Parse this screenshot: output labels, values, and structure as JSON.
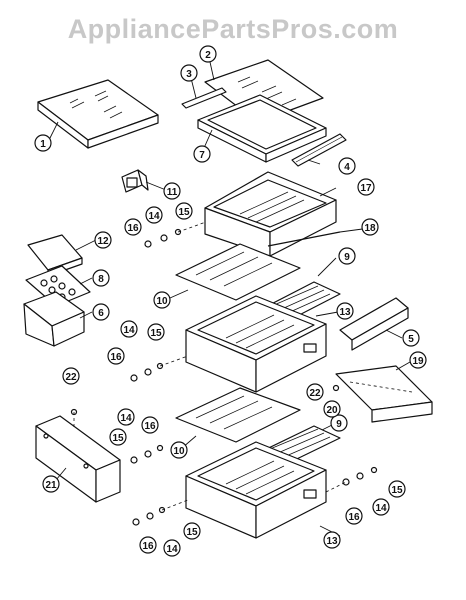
{
  "watermark": "AppliancePartsPros.com",
  "callouts": [
    {
      "id": "c1",
      "label": "1"
    },
    {
      "id": "c2",
      "label": "2"
    },
    {
      "id": "c3",
      "label": "3"
    },
    {
      "id": "c4",
      "label": "4"
    },
    {
      "id": "c5",
      "label": "5"
    },
    {
      "id": "c6",
      "label": "6"
    },
    {
      "id": "c7",
      "label": "7"
    },
    {
      "id": "c8",
      "label": "8"
    },
    {
      "id": "c9a",
      "label": "9"
    },
    {
      "id": "c9b",
      "label": "9"
    },
    {
      "id": "c10a",
      "label": "10"
    },
    {
      "id": "c10b",
      "label": "10"
    },
    {
      "id": "c11",
      "label": "11"
    },
    {
      "id": "c12",
      "label": "12"
    },
    {
      "id": "c13a",
      "label": "13"
    },
    {
      "id": "c13b",
      "label": "13"
    },
    {
      "id": "c14a",
      "label": "14"
    },
    {
      "id": "c14b",
      "label": "14"
    },
    {
      "id": "c14c",
      "label": "14"
    },
    {
      "id": "c14d",
      "label": "14"
    },
    {
      "id": "c14e",
      "label": "14"
    },
    {
      "id": "c15a",
      "label": "15"
    },
    {
      "id": "c15b",
      "label": "15"
    },
    {
      "id": "c15c",
      "label": "15"
    },
    {
      "id": "c15d",
      "label": "15"
    },
    {
      "id": "c15e",
      "label": "15"
    },
    {
      "id": "c16a",
      "label": "16"
    },
    {
      "id": "c16b",
      "label": "16"
    },
    {
      "id": "c16c",
      "label": "16"
    },
    {
      "id": "c16d",
      "label": "16"
    },
    {
      "id": "c16e",
      "label": "16"
    },
    {
      "id": "c17",
      "label": "17"
    },
    {
      "id": "c18",
      "label": "18"
    },
    {
      "id": "c19",
      "label": "19"
    },
    {
      "id": "c20",
      "label": "20"
    },
    {
      "id": "c21",
      "label": "21"
    },
    {
      "id": "c22a",
      "label": "22"
    },
    {
      "id": "c22b",
      "label": "22"
    }
  ]
}
